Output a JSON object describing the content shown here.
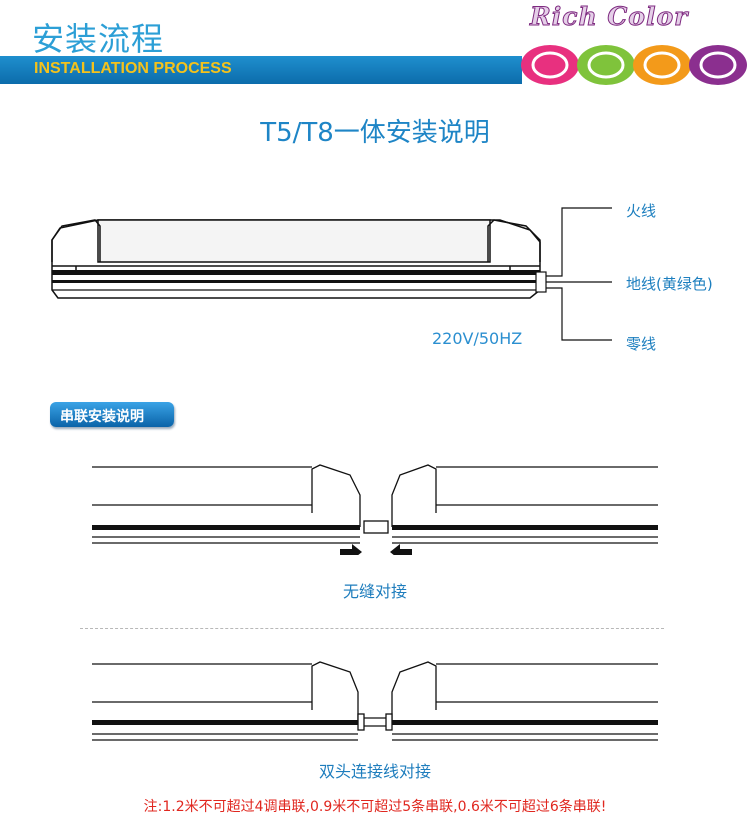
{
  "header": {
    "title_cn": "安装流程",
    "title_en": "INSTALLATION PROCESS",
    "brand": "Rich Color",
    "brand_dots": [
      "#e8307f",
      "#7fc33b",
      "#f39a1a",
      "#8b2f8f"
    ],
    "band_color": "#1479ba",
    "band_text_color": "#f4c21c"
  },
  "main_title": "T5/T8一体安装说明",
  "wiring": {
    "live": "火线",
    "ground": "地线(黄绿色)",
    "neutral": "零线",
    "voltage": "220V/50HZ"
  },
  "series": {
    "badge": "串联安装说明",
    "caption_seamless": "无缝对接",
    "caption_cable": "双头连接线对接"
  },
  "note": "注:1.2米不可超过4调串联,0.9米不可超过5条串联,0.6米不可超过6条串联!"
}
